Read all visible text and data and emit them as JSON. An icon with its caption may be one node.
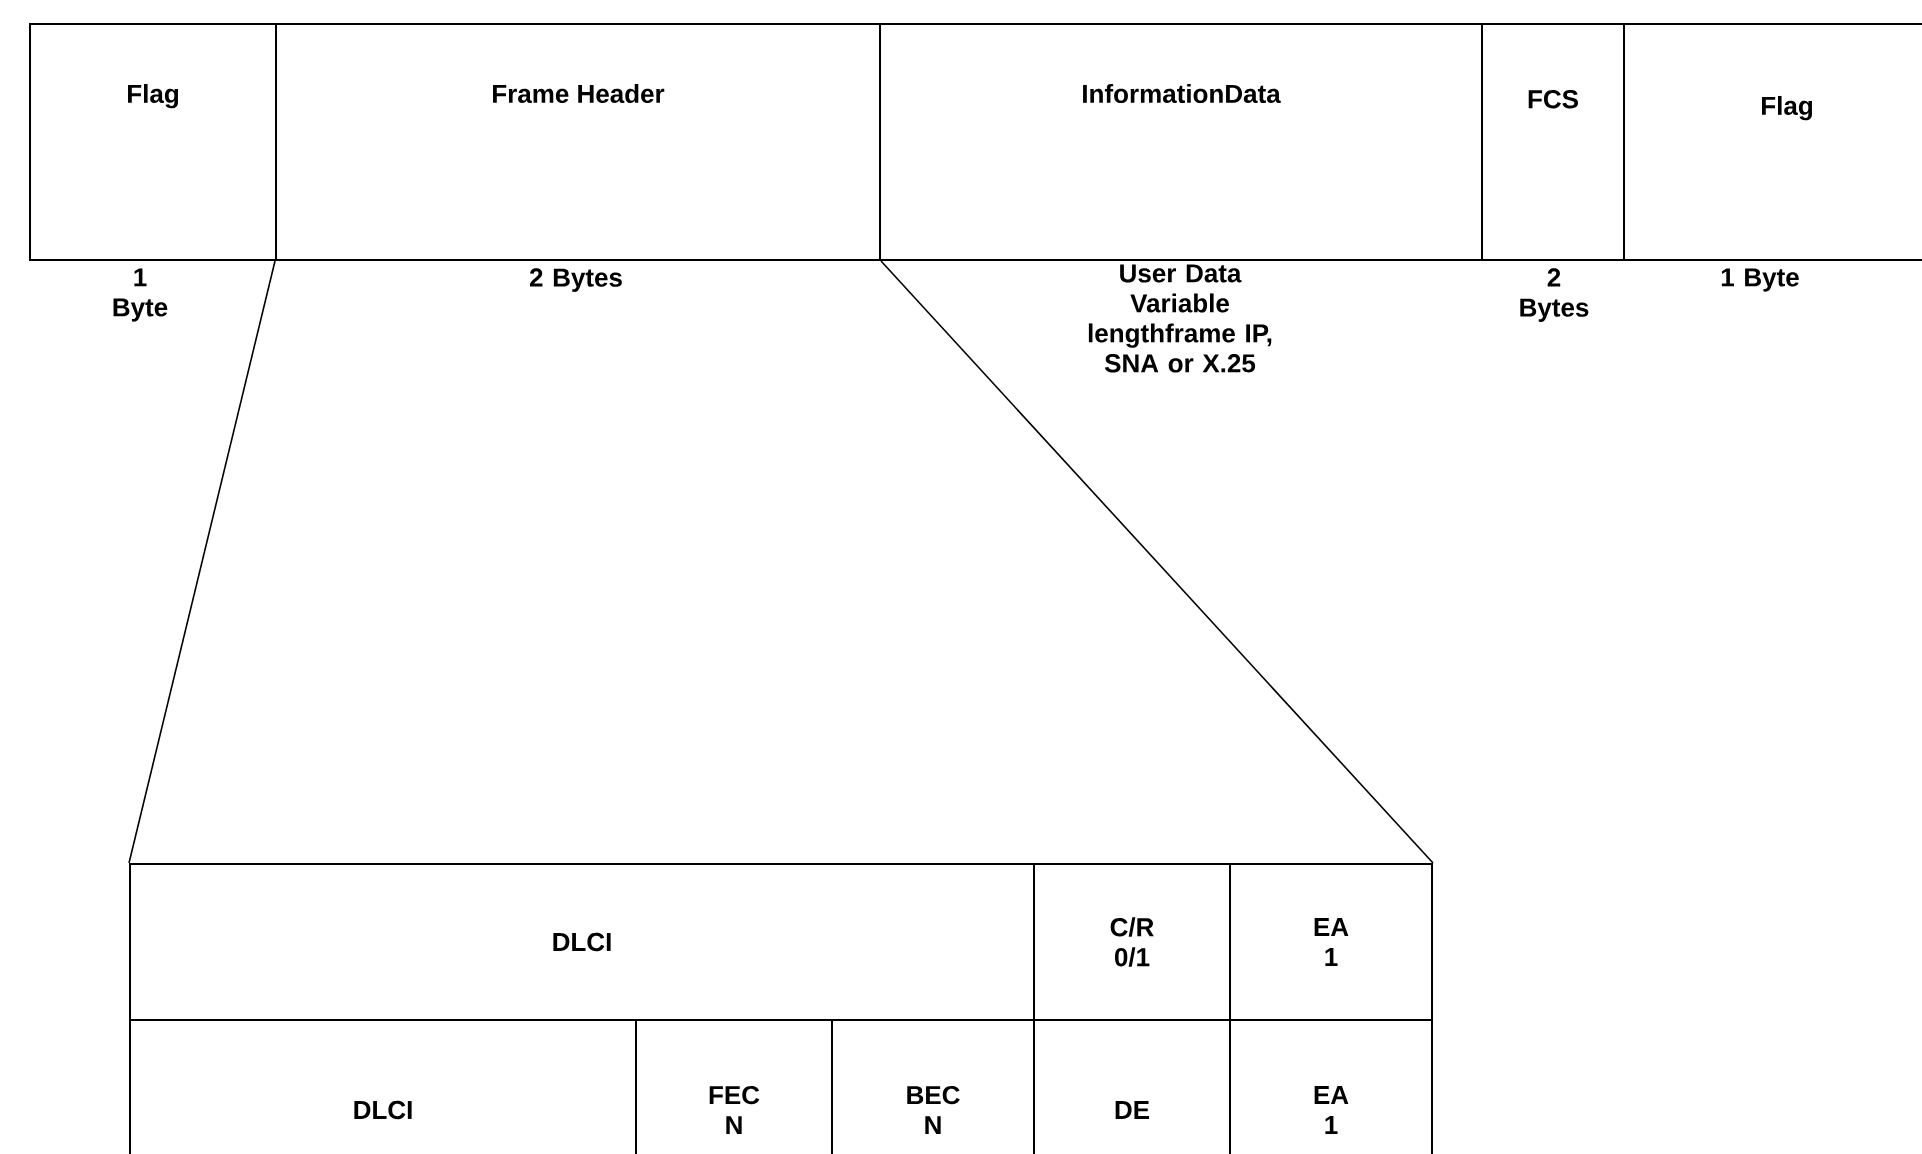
{
  "diagram": {
    "nodes": [
      {
        "text": [
          "Flag"
        ],
        "beside": [
          "1 Byte"
        ]
      },
      {
        "text": [
          "Frame Header"
        ],
        "beside": [
          "2 Bytes"
        ]
      },
      {
        "text": [
          "InformationData"
        ],
        "beside": [
          "User Data Variable lengthframe IP, SNA or X.25"
        ]
      },
      {
        "text": [
          "FCS"
        ],
        "beside": [
          "2 Bytes"
        ]
      },
      {
        "text": [
          "Flag"
        ],
        "beside": [
          "1 Byte"
        ]
      },
      {
        "text": [],
        "shape": "box"
      },
      {
        "text": [
          "DLCI"
        ],
        "in": 5
      },
      {
        "text": [
          "C/R 0/1"
        ],
        "in": 5
      },
      {
        "text": [
          "EA 1"
        ],
        "in": 5
      },
      {
        "text": [
          "DLCI"
        ],
        "in": 5
      },
      {
        "text": [
          "FEC N"
        ],
        "in": 5
      },
      {
        "text": [
          "BEC N"
        ],
        "in": 5
      },
      {
        "text": [
          "DE"
        ],
        "in": 5
      },
      {
        "text": [
          "EA 1"
        ],
        "in": 5
      }
    ],
    "edges": [
      {
        "from": 1,
        "to": 5,
        "arrow": "none"
      },
      {
        "from": 1,
        "to": 5,
        "arrow": "none"
      }
    ]
  }
}
